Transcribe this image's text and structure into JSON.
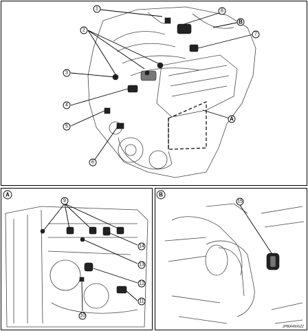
{
  "reference_code": "JPBIA4906ZZ",
  "panels": {
    "main_letter_a": "A",
    "main_letter_b": "B",
    "detail_a_label": "A",
    "detail_b_label": "B"
  },
  "callouts": {
    "c1": "1",
    "c2": "2",
    "c3": "3",
    "c4": "4",
    "c5": "5",
    "c6": "6",
    "c7": "7",
    "c8": "8",
    "c9": "9",
    "c10": "10",
    "c11": "11",
    "c12": "12",
    "c13": "13",
    "c14": "14",
    "c15": "15"
  }
}
